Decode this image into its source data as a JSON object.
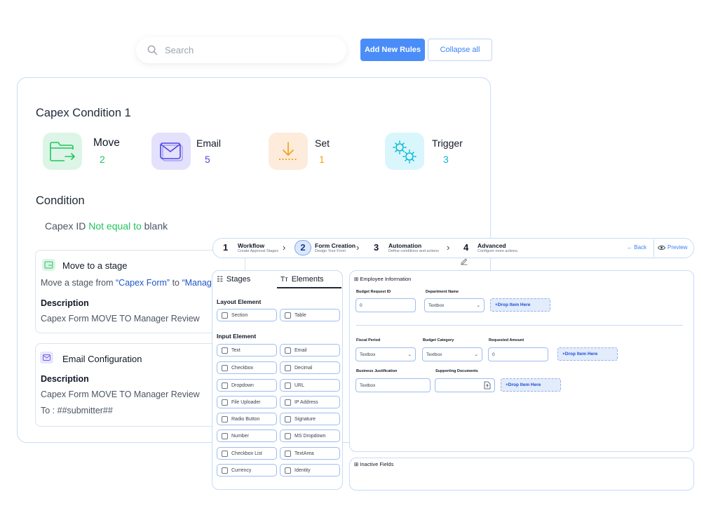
{
  "search": {
    "placeholder": "Search"
  },
  "actions": {
    "add_label": "Add New Rules",
    "collapse_label": "Collapse all"
  },
  "rule": {
    "title": "Capex Condition 1",
    "stats": [
      {
        "label": "Move",
        "value": "2",
        "color": "#22c55e"
      },
      {
        "label": "Email",
        "value": "5",
        "color": "#4f46e5"
      },
      {
        "label": "Set",
        "value": "1",
        "color": "#f59e0b"
      },
      {
        "label": "Trigger",
        "value": "3",
        "color": "#06b6d4"
      }
    ],
    "condition": {
      "heading": "Condition",
      "field": "Capex ID",
      "operator": "Not equal to",
      "value": "blank"
    },
    "move": {
      "heading": "Move to a stage",
      "text_prefix": "Move a stage from ",
      "from": "“Capex Form”",
      "to_word": " to ",
      "to": "“Manag",
      "desc_label": "Description",
      "desc": "Capex Form MOVE TO Manager Review"
    },
    "email": {
      "heading": "Email Configuration",
      "desc_label": "Description",
      "desc": "Capex Form MOVE TO Manager Review",
      "to": "To : ##submitter##"
    }
  },
  "stepper": {
    "steps": [
      {
        "num": "1",
        "title": "Workflow",
        "desc": "Create Approval Stages"
      },
      {
        "num": "2",
        "title": "Form Creation",
        "desc": "Design Your Form"
      },
      {
        "num": "3",
        "title": "Automation",
        "desc": "Define conditions and actions"
      },
      {
        "num": "4",
        "title": "Advanced",
        "desc": "Configure more actions."
      }
    ],
    "back": "Back",
    "preview": "Preview"
  },
  "builder": {
    "tabs": [
      "Stages",
      "Elements"
    ],
    "layout_heading": "Layout Element",
    "layout_items": [
      "Section",
      "Table"
    ],
    "input_heading": "Input Element",
    "input_items": [
      "Text",
      "Email",
      "Checkbox",
      "Decimal",
      "Dropdown",
      "URL",
      "File Uploader",
      "IP Address",
      "Radio Button",
      "Signature",
      "Number",
      "MS Dropdown",
      "Checkbox List",
      "TextArea",
      "Currency",
      "Identity"
    ]
  },
  "form": {
    "section_title": "Employee Information",
    "fields": {
      "budget_request_id": {
        "label": "Budget Request ID",
        "value": "0"
      },
      "department_name": {
        "label": "Department Name",
        "value": "Textbox"
      },
      "fiscal_period": {
        "label": "Fiscal Period",
        "value": "Textbox"
      },
      "budget_category": {
        "label": "Budget Category",
        "value": "Textbox"
      },
      "requested_amount": {
        "label": "Requested Amount",
        "value": "0"
      },
      "business_justification": {
        "label": "Business Justification",
        "value": "Textbox"
      },
      "supporting_documents": {
        "label": "Supporting Documents",
        "value": ""
      }
    },
    "drop_label": "+Drop Item Here",
    "inactive_title": "Inactive Fields"
  }
}
